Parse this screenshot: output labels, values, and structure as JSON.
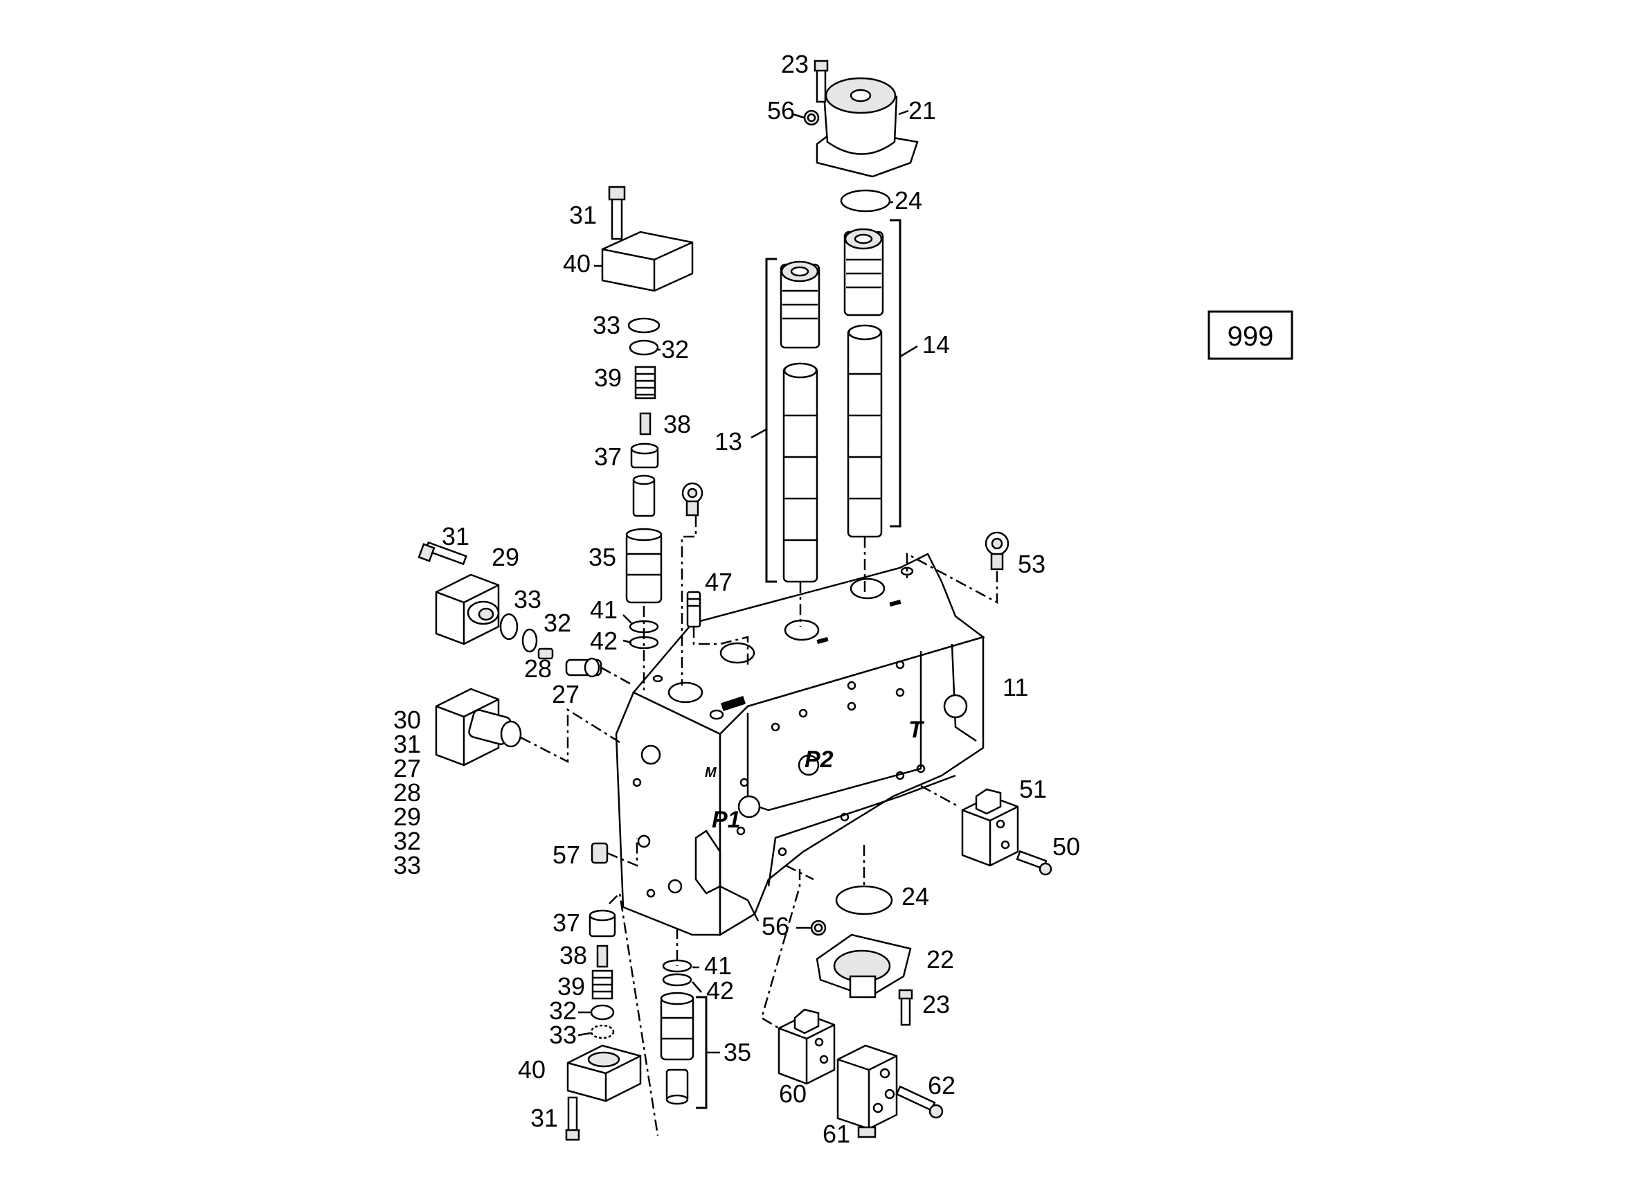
{
  "page_number": "999",
  "labels": {
    "l23a": "23",
    "l56a": "56",
    "l21": "21",
    "l24a": "24",
    "l31a": "31",
    "l40a": "40",
    "l14": "14",
    "l33a": "33",
    "l32a": "32",
    "l39a": "39",
    "l38a": "38",
    "l13": "13",
    "l37a": "37",
    "l31b": "31",
    "l29": "29",
    "l35a": "35",
    "l47": "47",
    "l53": "53",
    "l33b": "33",
    "l32b": "32",
    "l41a": "41",
    "l42a": "42",
    "l28": "28",
    "l27": "27",
    "l11": "11",
    "l30": "30",
    "l31c": "31",
    "l27b": "27",
    "l28b": "28",
    "l29b": "29",
    "l32c": "32",
    "l33c": "33",
    "l51": "51",
    "l50": "50",
    "l57": "57",
    "l24b": "24",
    "l56b": "56",
    "l22": "22",
    "l37b": "37",
    "l38b": "38",
    "l41b": "41",
    "l42b": "42",
    "l39b": "39",
    "l32d": "32",
    "l23b": "23",
    "l33d": "33",
    "l35b": "35",
    "l40b": "40",
    "l60": "60",
    "l62": "62",
    "l31d": "31",
    "l61": "61"
  },
  "ports": {
    "t": "T",
    "p2": "P2",
    "p1": "P1",
    "m": "M"
  }
}
